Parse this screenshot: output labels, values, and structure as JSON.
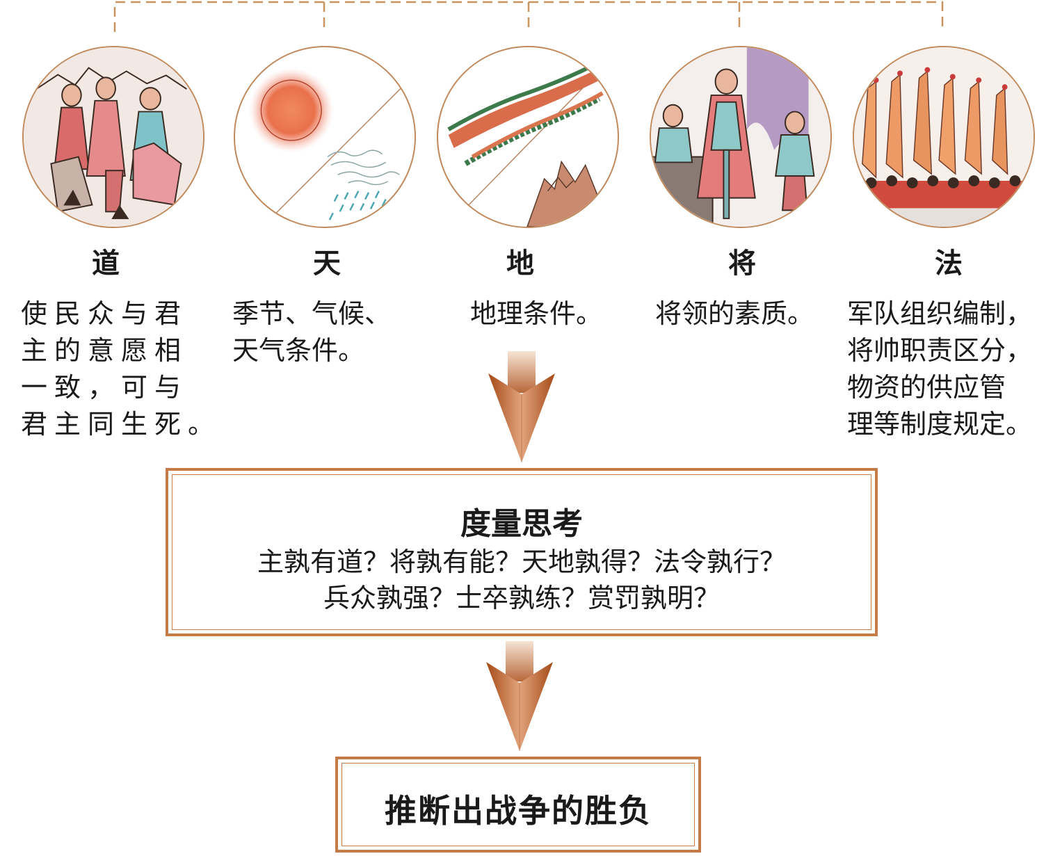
{
  "factors": [
    {
      "title": "道",
      "desc": "使民众与君\n主的意愿相\n一致，可与\n君主同生死。",
      "icon": "people-crowd-illustration"
    },
    {
      "title": "天",
      "desc": "季节、气候、\n天气条件。",
      "icon": "sun-and-rain-illustration"
    },
    {
      "title": "地",
      "desc": "地理条件。",
      "icon": "terrain-illustration"
    },
    {
      "title": "将",
      "desc": "将领的素质。",
      "icon": "general-illustration"
    },
    {
      "title": "法",
      "desc": "军队组织编制，\n将帅职责区分，\n物资的供应管\n理等制度规定。",
      "icon": "army-banners-illustration"
    }
  ],
  "measure": {
    "title": "度量思考",
    "line1": "主孰有道？将孰有能？天地孰得？法令孰行？",
    "line2": "兵众孰强？士卒孰练？赏罚孰明？"
  },
  "result": {
    "text": "推断出战争的胜负"
  },
  "colors": {
    "border": "#c57b48",
    "dashed": "#c9955f",
    "arrow_dark": "#8c3c10",
    "arrow_light": "#f6e4d4"
  }
}
